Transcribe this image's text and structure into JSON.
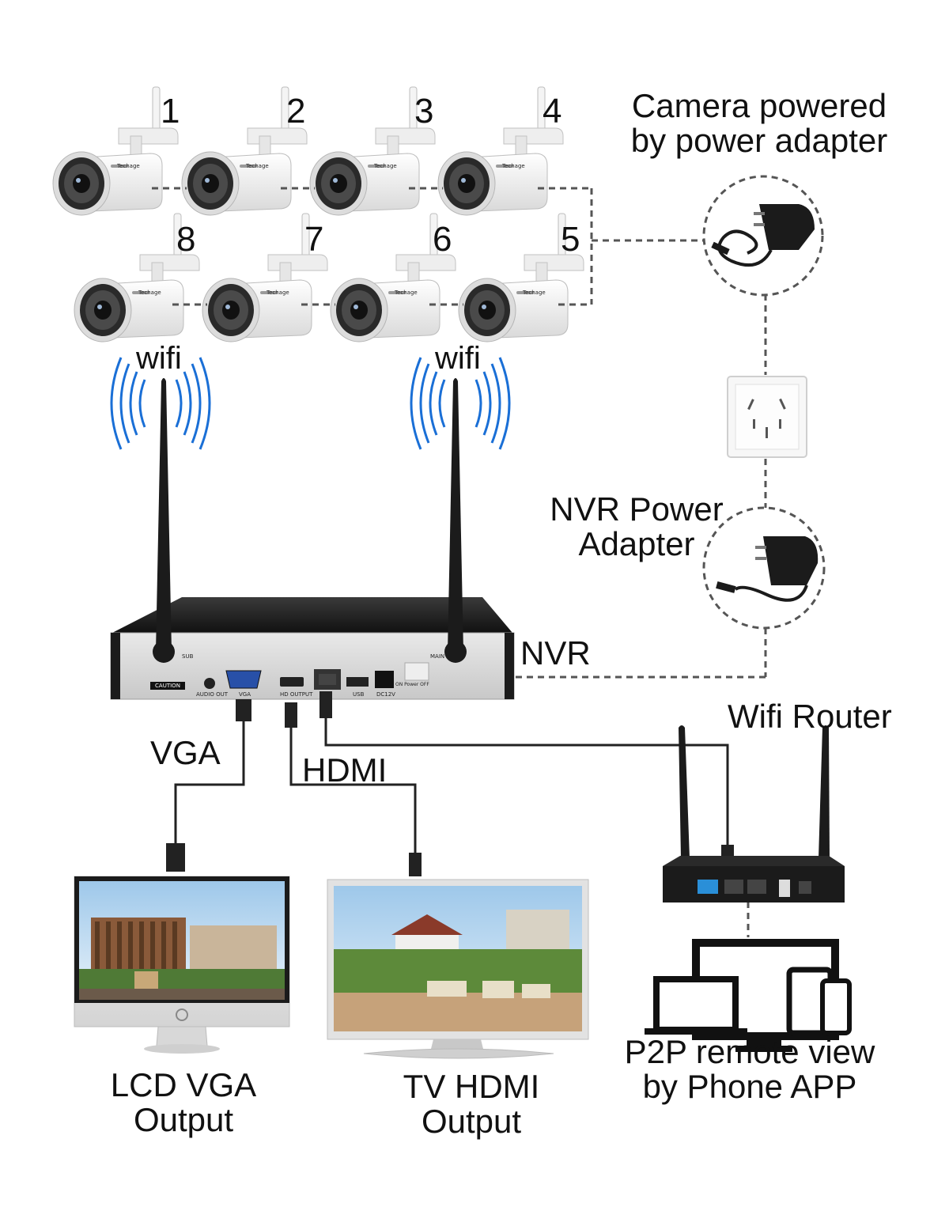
{
  "cameras": {
    "numbers": [
      "1",
      "2",
      "3",
      "4",
      "5",
      "6",
      "7",
      "8"
    ],
    "brand": "Techage"
  },
  "labels": {
    "camera_power": "Camera powered\nby power adapter",
    "nvr_power": "NVR Power\nAdapter",
    "nvr": "NVR",
    "wifi_left": "wifi",
    "wifi_right": "wifi",
    "wifi_router": "Wifi Router",
    "vga": "VGA",
    "hdmi": "HDMI",
    "lcd_output": "LCD VGA\nOutput",
    "tv_output": "TV HDMI\nOutput",
    "p2p": "P2P remote view\nby Phone APP"
  },
  "nvr_ports": {
    "sub": "SUB",
    "main": "MAIN",
    "caution": "CAUTION",
    "audio_out": "AUDIO OUT",
    "vga": "VGA",
    "hd_output": "HD OUTPUT",
    "usb": "USB",
    "dc12v": "DC12V",
    "power_switch": "ON Power OFF"
  },
  "colors": {
    "wifi_waves": "#1a6fd6",
    "device_black": "#1b1b1b",
    "camera_white": "#f2f2f2",
    "line_gray": "#555555"
  }
}
